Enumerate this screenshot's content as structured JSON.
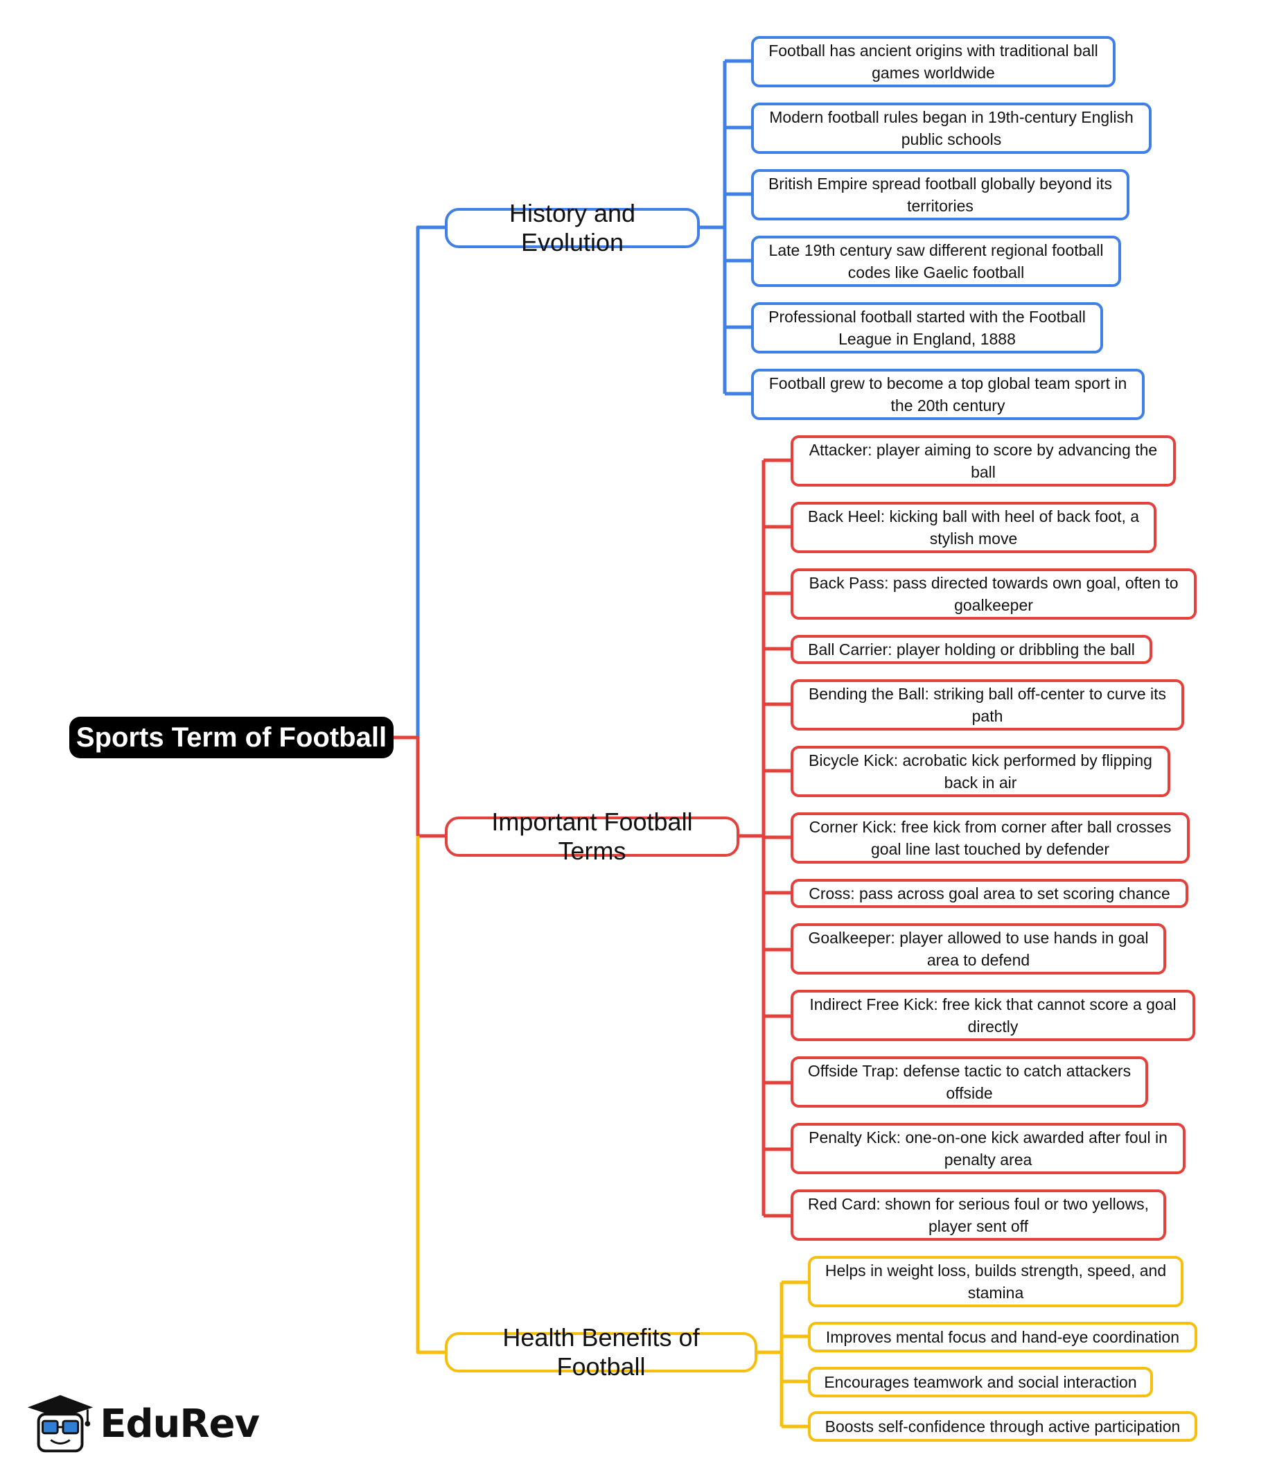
{
  "root": {
    "label": "Sports Term of Football"
  },
  "colors": {
    "history": "#3f7fe6",
    "terms": "#e3413b",
    "health": "#f6bf0d"
  },
  "branches": {
    "history": {
      "label": "History and Evolution",
      "items": [
        "Football has ancient origins with traditional ball games worldwide",
        "Modern football rules began in 19th-century English public schools",
        "British Empire spread football globally beyond its territories",
        "Late 19th century saw different regional football codes like Gaelic football",
        "Professional football started with the Football League in England, 1888",
        "Football grew to become a top global team sport in the 20th century"
      ]
    },
    "terms": {
      "label": "Important Football Terms",
      "items": [
        "Attacker: player aiming to score by advancing the ball",
        "Back Heel: kicking ball with heel of back foot, a stylish move",
        "Back Pass: pass directed towards own goal, often to goalkeeper",
        "Ball Carrier: player holding or dribbling the ball",
        "Bending the Ball: striking ball off-center to curve its path",
        "Bicycle Kick: acrobatic kick performed by flipping back in air",
        "Corner Kick: free kick from corner after ball crosses goal line last touched by defender",
        "Cross: pass across goal area to set scoring chance",
        "Goalkeeper: player allowed to use hands in goal area to defend",
        "Indirect Free Kick: free kick that cannot score a goal directly",
        "Offside Trap: defense tactic to catch attackers offside",
        "Penalty Kick: one-on-one kick awarded after foul in penalty area",
        "Red Card: shown for serious foul or two yellows, player sent off"
      ]
    },
    "health": {
      "label": "Health Benefits of Football",
      "items": [
        "Helps in weight loss, builds strength, speed, and stamina",
        "Improves mental focus and hand-eye coordination",
        "Encourages teamwork and social interaction",
        "Boosts self-confidence through active participation"
      ]
    }
  },
  "logo": {
    "text": "EduRev",
    "icon": "graduate-mascot-icon"
  }
}
